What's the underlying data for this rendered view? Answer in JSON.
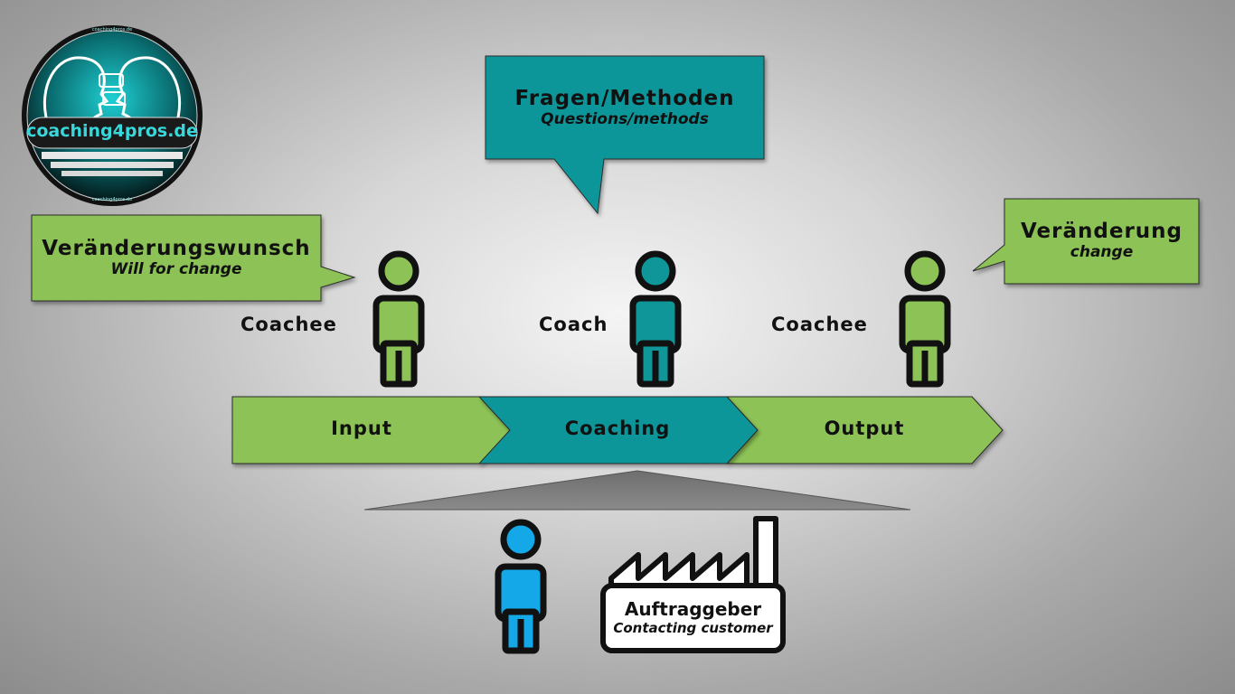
{
  "logo": {
    "text": "coaching4pros.de",
    "small_top": "coaching4pros.de",
    "small_bottom": "coaching4pros.de"
  },
  "callouts": {
    "left": {
      "title": "Veränderungswunsch",
      "subtitle": "Will for change"
    },
    "center": {
      "title": "Fragen/Methoden",
      "subtitle": "Questions/methods"
    },
    "right": {
      "title": "Veränderung",
      "subtitle": "change"
    }
  },
  "roles": {
    "left": "Coachee",
    "center": "Coach",
    "right": "Coachee"
  },
  "stages": {
    "input": "Input",
    "coaching": "Coaching",
    "output": "Output"
  },
  "customer": {
    "title": "Auftraggeber",
    "subtitle": "Contacting customer"
  },
  "colors": {
    "green": "#8dc356",
    "teal": "#0f9699",
    "blue": "#15a8e8",
    "outline": "#111111"
  }
}
